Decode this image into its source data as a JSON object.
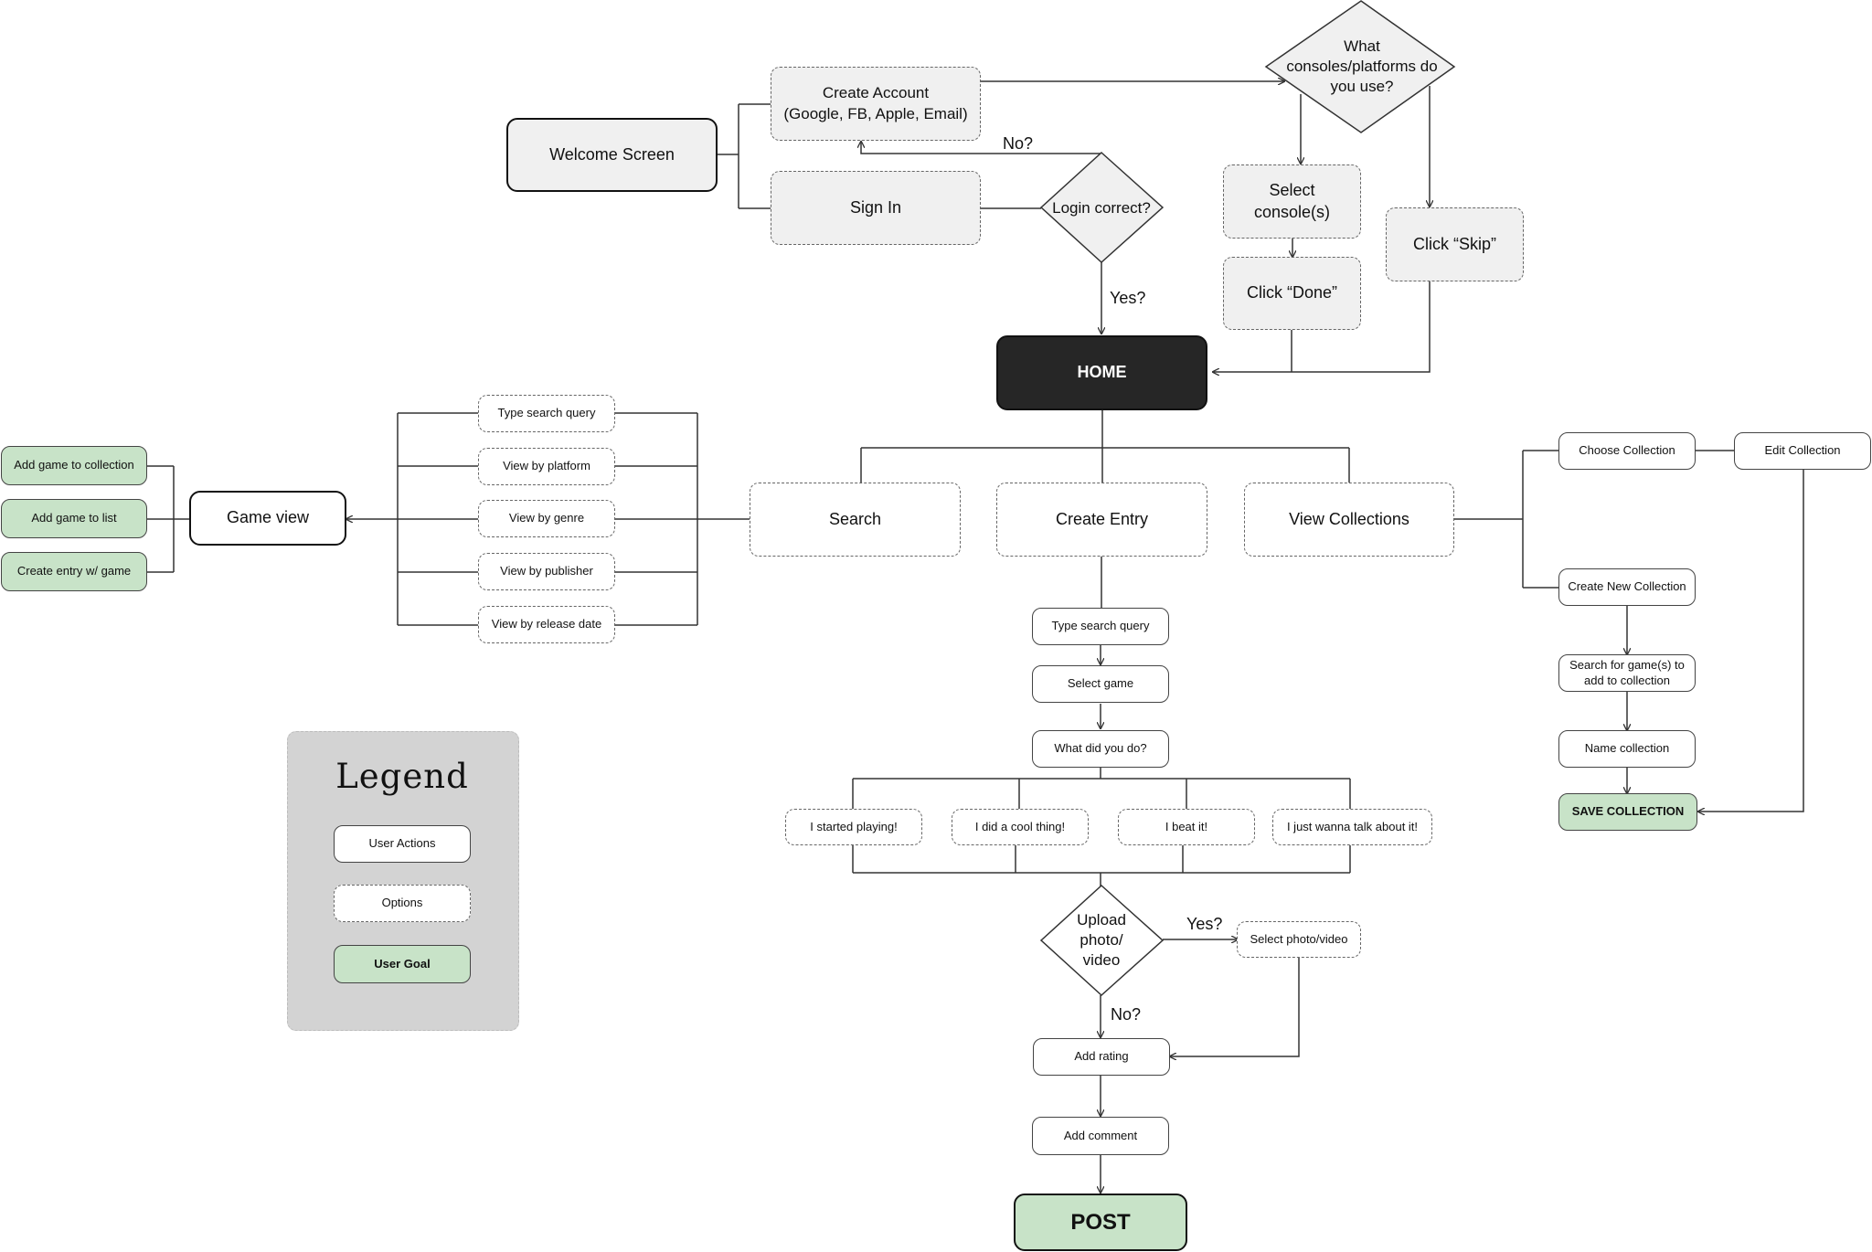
{
  "nodes": {
    "welcome": "Welcome Screen",
    "create_account": "Create Account\n(Google, FB, Apple, Email)",
    "sign_in": "Sign In",
    "login_correct": "Login correct?",
    "consoles_question": "What consoles/platforms do you use?",
    "select_console": "Select console(s)",
    "click_done": "Click “Done”",
    "click_skip": "Click “Skip”",
    "home": "HOME",
    "search": "Search",
    "create_entry": "Create Entry",
    "view_collections": "View Collections",
    "type_search_left": "Type search query",
    "view_platform": "View by platform",
    "view_genre": "View by genre",
    "view_publisher": "View by publisher",
    "view_release": "View by release date",
    "game_view": "Game view",
    "add_collection": "Add game to collection",
    "add_list": "Add game to list",
    "create_entry_game": "Create entry w/ game",
    "type_search_center": "Type search query",
    "select_game": "Select game",
    "what_did_you_do": "What did you do?",
    "started_playing": "I started playing!",
    "cool_thing": "I did a cool thing!",
    "beat_it": "I beat it!",
    "talk_about": "I just wanna talk about it!",
    "upload_photo": "Upload photo/ video",
    "select_photo": "Select photo/video",
    "add_rating": "Add rating",
    "add_comment": "Add comment",
    "post": "POST",
    "choose_collection": "Choose Collection",
    "edit_collection": "Edit Collection",
    "create_new_collection": "Create New Collection",
    "search_for_games": "Search for game(s) to add to collection",
    "name_collection": "Name collection",
    "save_collection": "SAVE COLLECTION"
  },
  "edge_labels": {
    "login_no": "No?",
    "login_yes": "Yes?",
    "upload_yes": "Yes?",
    "upload_no": "No?"
  },
  "legend": {
    "title": "Legend",
    "user_actions": "User Actions",
    "options": "Options",
    "user_goal": "User Goal"
  },
  "colors": {
    "goal_fill": "#c8e3c8",
    "home_fill": "#262626",
    "option_grey_fill": "#f0f0f0",
    "legend_fill": "#d3d3d3"
  }
}
